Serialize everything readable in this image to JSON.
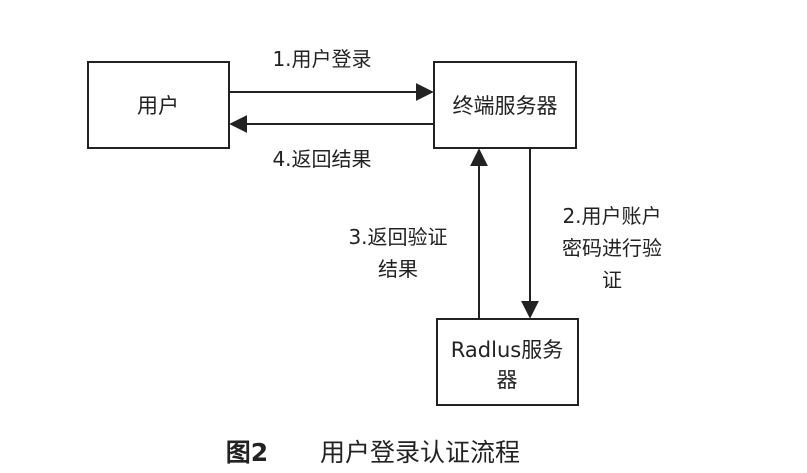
{
  "nodes": {
    "user": {
      "label": "用户"
    },
    "terminal_server": {
      "label": "终端服务器"
    },
    "radius_server": {
      "label_line1": "Radlus服务",
      "label_line2": "器"
    }
  },
  "edges": {
    "e1": {
      "label": "1.用户登录"
    },
    "e4": {
      "label": "4.返回结果"
    },
    "e2": {
      "line1": "2.用户账户",
      "line2": "密码进行验",
      "line3": "证"
    },
    "e3": {
      "line1": "3.返回验证",
      "line2": "结果"
    }
  },
  "caption": {
    "figure_label": "图2",
    "title": "用户登录认证流程"
  },
  "colors": {
    "stroke": "#222222",
    "background": "#ffffff"
  }
}
